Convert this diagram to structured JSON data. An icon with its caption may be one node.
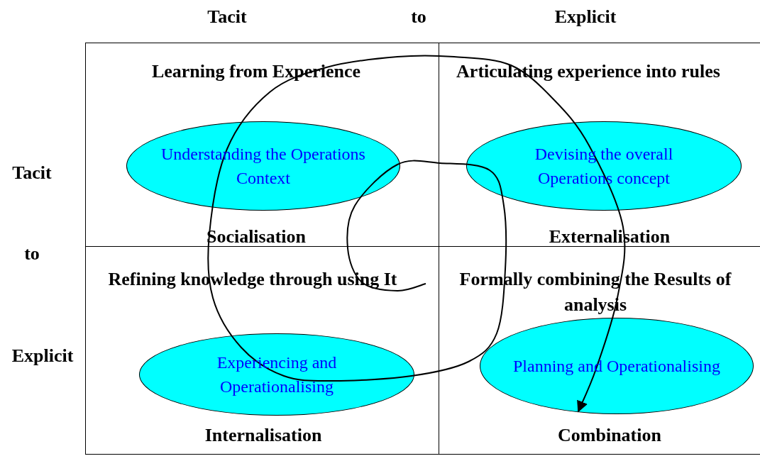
{
  "diagram": {
    "nodes": [
      {
        "text": [
          "Learning from Experience",
          "Socialisation"
        ]
      },
      {
        "text": [
          "Articulating experience into rules",
          "Externalisation"
        ]
      },
      {
        "text": [
          "Refining knowledge through using It",
          "Internalisation"
        ]
      },
      {
        "text": [
          "Formally combining the Results of analysis",
          "Combination"
        ]
      },
      {
        "text": [
          "Understanding the Operations Context"
        ],
        "in": 0
      },
      {
        "text": [
          "Devising the overall Operations concept"
        ],
        "in": 1
      },
      {
        "text": [
          "Experiencing and Operationalising"
        ],
        "in": 2
      },
      {
        "text": [
          "Planning and Operationalising"
        ],
        "in": 3
      }
    ],
    "edges": [],
    "labels": [
      "Tacit",
      "to",
      "Explicit",
      "Tacit",
      "to",
      "Explicit"
    ]
  }
}
